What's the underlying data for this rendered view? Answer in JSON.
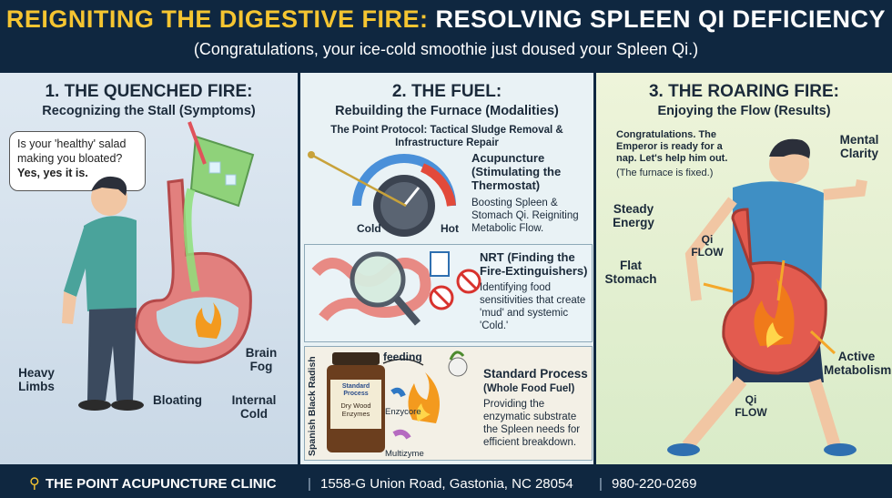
{
  "header": {
    "title_part1": "REIGNITING THE DIGESTIVE FIRE:",
    "title_part2": "RESOLVING SPLEEN QI DEFICIENCY",
    "subtitle": "(Congratulations, your ice-cold smoothie just doused your Spleen Qi.)"
  },
  "panel1": {
    "heading": "1. THE QUENCHED FIRE:",
    "subheading": "Recognizing the Stall (Symptoms)",
    "bubble_text": "Is your 'healthy' salad making you bloated?",
    "bubble_answer": "Yes, yes it is.",
    "labels": {
      "heavy_limbs": "Heavy Limbs",
      "bloating": "Bloating",
      "internal_cold": "Internal Cold",
      "brain_fog": "Brain Fog"
    }
  },
  "panel2": {
    "heading": "2. THE FUEL:",
    "subheading": "Rebuilding the Furnace (Modalities)",
    "protocol": "The Point Protocol: Tactical Sludge Removal & Infrastructure Repair",
    "gauge_cold": "Cold",
    "gauge_hot": "Hot",
    "acupuncture_title": "Acupuncture (Stimulating the Thermostat)",
    "acupuncture_body": "Boosting Spleen & Stomach Qi. Reigniting Metabolic Flow.",
    "nrt_title": "NRT (Finding the Fire-Extinguishers)",
    "nrt_body": "Identifying food sensitivities that create 'mud' and systemic 'Cold.'",
    "sp_title": "Standard Process",
    "sp_subtitle": "(Whole Food Fuel)",
    "sp_body": "Providing the enzymatic substrate the Spleen needs for efficient breakdown.",
    "feeding": "feeding",
    "bottle_side": "Spanish Black Radish",
    "bottle_brand": "Standard Process",
    "bottle_name": "Dry Wood Enzymes",
    "enzycore": "Enzycore",
    "multizyme": "Multizyme"
  },
  "panel3": {
    "heading": "3. THE ROARING FIRE:",
    "subheading": "Enjoying the Flow (Results)",
    "note_line1": "Congratulations. The Emperor is ready for a nap. Let's help him out.",
    "note_line2": "(The furnace is fixed.)",
    "labels": {
      "mental_clarity": "Mental Clarity",
      "steady_energy": "Steady Energy",
      "qi_flow_top": "Qi FLOW",
      "flat_stomach": "Flat Stomach",
      "active_metabolism": "Active Metabolism",
      "qi_flow_bottom": "Qi FLOW"
    }
  },
  "footer": {
    "clinic": "THE POINT ACUPUNCTURE CLINIC",
    "separator": "|",
    "address": "1558-G Union Road, Gastonia, NC 28054",
    "phone": "980-220-0269"
  },
  "colors": {
    "navy": "#0f2740",
    "gold": "#f5c531",
    "fire": "#f07a1a"
  }
}
